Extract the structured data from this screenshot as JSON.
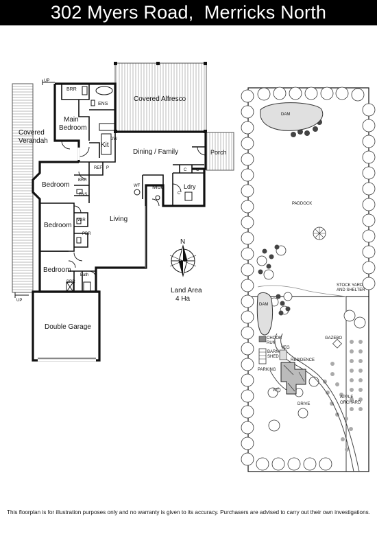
{
  "header": {
    "title": "302 Myers Road,  Merricks North"
  },
  "floorplan": {
    "rooms": {
      "covered_alfresco": "Covered Alfresco",
      "brr_top": "BRR",
      "ens_top": "ENS",
      "main_bedroom_1": "Main",
      "main_bedroom_2": "Bedroom",
      "covered_verandah_1": "Covered",
      "covered_verandah_2": "Verandah",
      "kit": "Kit",
      "dw": "DW",
      "dining_family": "Dining / Family",
      "porch": "Porch",
      "ref": "REF",
      "p": "P",
      "bedroom_1": "Bedroom",
      "brr_mid": "BRR",
      "ens_mid": "ENS",
      "bedroom_2": "Bedroom",
      "wir": "WIR",
      "pdr": "PDR",
      "living": "Living",
      "wf": "WF",
      "mud": "Mud",
      "ldry": "Ldry",
      "c1": "C",
      "c2": "C",
      "c3": "C",
      "bedroom_3": "Bedroom",
      "brr_low": "BRR",
      "bath": "Bath",
      "double_garage": "Double Garage",
      "up_top": "UP",
      "up_bottom": "UP"
    },
    "compass_label": "N",
    "land_area_1": "Land Area",
    "land_area_2": "4 Ha"
  },
  "siteplan": {
    "dam_top": "DAM",
    "paddock": "PADDOCK",
    "stock_yard_1": "STOCK YARD",
    "stock_yard_2": "AND SHELTER",
    "dam_mid": "DAM",
    "chook_run_1": "CHOOK",
    "chook_run_2": "RUN",
    "barn_1": "BARN",
    "barn_2": "SHED",
    "veg": "VEG",
    "gazebo": "GAZEBO",
    "residence": "RESIDENCE",
    "parking": "PARKING",
    "wt": "WT",
    "drive": "DRIVE",
    "apple_1": "APPLE",
    "apple_2": "ORCHARD"
  },
  "footer": {
    "disclaimer": "This floorplan is for illustration purposes only and no warranty is given to its accuracy. Purchasers are advised to carry out their own investigations."
  }
}
